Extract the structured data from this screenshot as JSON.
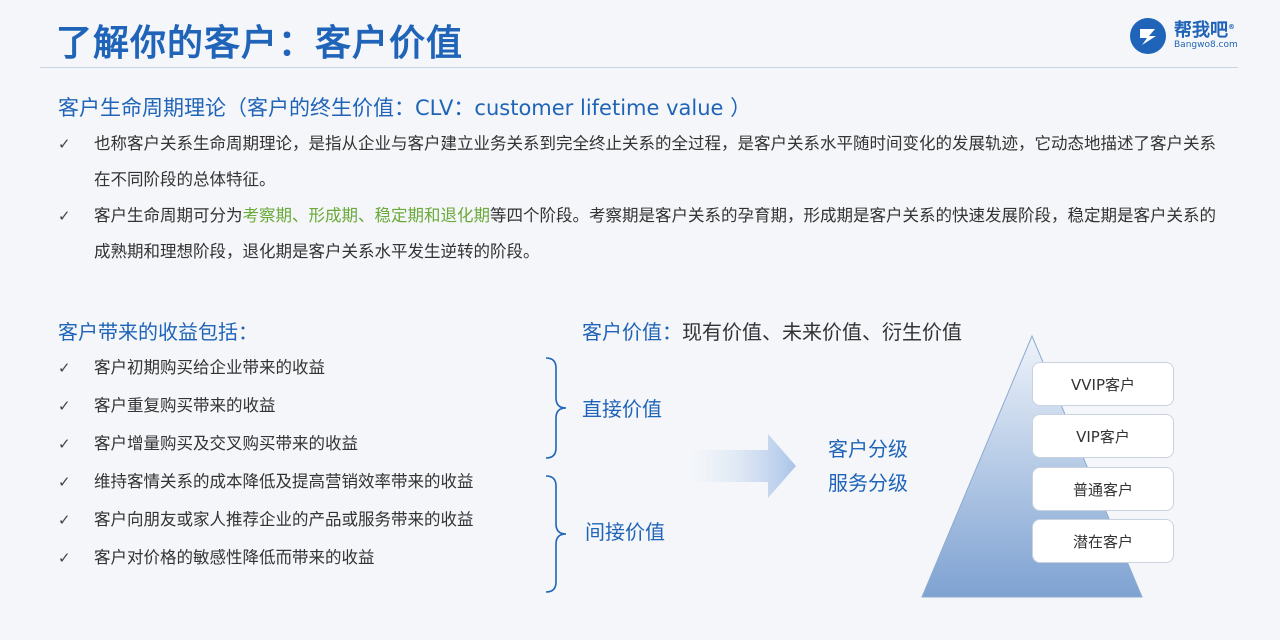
{
  "header": {
    "title": "了解你的客户：客户价值",
    "logo_text": "帮我吧",
    "logo_reg": "®",
    "logo_sub": "Bangwo8.com"
  },
  "theory": {
    "title": "客户生命周期理论（客户的终生价值：CLV：customer lifetime value ）",
    "check": "✓",
    "b1": "也称客户关系生命周期理论，是指从企业与客户建立业务关系到完全终止关系的全过程，是客户关系水平随时间变化的发展轨迹，它动态地描述了客户关系在不同阶段的总体特征。",
    "b2_pre": "客户生命周期可分为",
    "b2_hl": "考察期、形成期、稳定期和退化期",
    "b2_post": "等四个阶段。考察期是客户关系的孕育期，形成期是客户关系的快速发展阶段，稳定期是客户关系的成熟期和理想阶段，退化期是客户关系水平发生逆转的阶段。"
  },
  "benefits": {
    "title": "客户带来的收益包括：",
    "items": [
      "客户初期购买给企业带来的收益",
      "客户重复购买带来的收益",
      "客户增量购买及交叉购买带来的收益",
      "维持客情关系的成本降低及提高营销效率带来的收益",
      "客户向朋友或家人推荐企业的产品或服务带来的收益",
      "客户对价格的敏感性降低而带来的收益"
    ],
    "direct": "直接价值",
    "indirect": "间接价值"
  },
  "value": {
    "title_label": "客户价值：",
    "title_rest": "现有价值、未来价值、衍生价值",
    "grade1": "客户分级",
    "grade2": "服务分级",
    "tiers": [
      "VVIP客户",
      "VIP客户",
      "普通客户",
      "潜在客户"
    ]
  },
  "colors": {
    "primary": "#1f64b8",
    "highlight": "#6aaa3a",
    "pyramid_top": "#eef3fa",
    "pyramid_bottom": "#7ea2d2"
  }
}
